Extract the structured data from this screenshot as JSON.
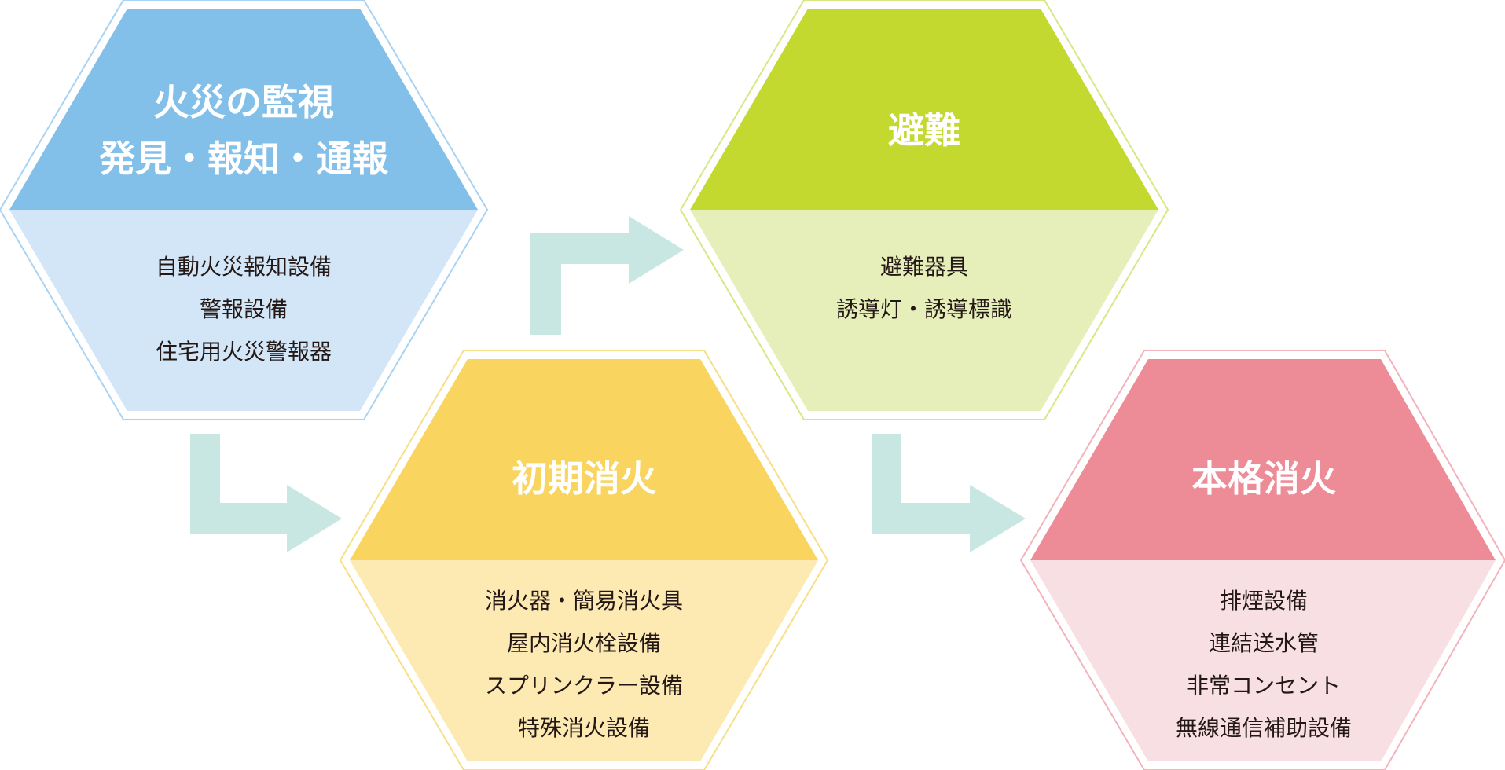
{
  "diagram": {
    "nodes": [
      {
        "id": "monitoring",
        "title_lines": [
          "火災の監視",
          "発見・報知・通報"
        ],
        "items": [
          "自動火災報知設備",
          "警報設備",
          "住宅用火災警報器"
        ],
        "colors": {
          "top": "#82bfe9",
          "bottom": "#d2e6f7",
          "outline": "#a9d3f2"
        }
      },
      {
        "id": "initial-extinguishing",
        "title_lines": [
          "初期消火"
        ],
        "items": [
          "消火器・簡易消火具",
          "屋内消火栓設備",
          "スプリンクラー設備",
          "特殊消火設備"
        ],
        "colors": {
          "top": "#f9d45f",
          "bottom": "#fde9b2",
          "outline": "#f7df86"
        }
      },
      {
        "id": "evacuation",
        "title_lines": [
          "避難"
        ],
        "items": [
          "避難器具",
          "誘導灯・誘導標識"
        ],
        "colors": {
          "top": "#c3d930",
          "bottom": "#e6efba",
          "outline": "#d7e783"
        }
      },
      {
        "id": "full-extinguishing",
        "title_lines": [
          "本格消火"
        ],
        "items": [
          "排煙設備",
          "連結送水管",
          "非常コンセント",
          "無線通信補助設備"
        ],
        "colors": {
          "top": "#ed8c97",
          "bottom": "#f8dfe3",
          "outline": "#f2b3bb"
        }
      }
    ],
    "arrow_color": "#c9e7e2"
  }
}
